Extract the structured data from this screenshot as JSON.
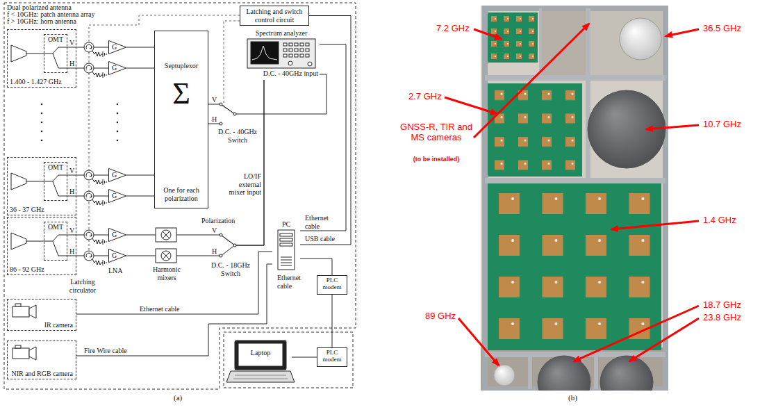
{
  "diagram": {
    "nodes": [
      {
        "text": [
          "1.400 - 1.427 GHz"
        ]
      },
      {
        "text": [
          "OMT"
        ],
        "in": 0
      },
      {
        "text": [
          "36 - 37 GHz"
        ]
      },
      {
        "text": [
          "OMT"
        ],
        "in": 2
      },
      {
        "text": [
          "86 - 92 GHz"
        ]
      },
      {
        "text": [
          "OMT"
        ],
        "in": 4
      },
      {
        "text": [
          "G"
        ]
      },
      {
        "text": [
          "G"
        ]
      },
      {
        "text": [
          "G"
        ]
      },
      {
        "text": [
          "G"
        ]
      },
      {
        "text": [
          "G"
        ]
      },
      {
        "text": [
          "G"
        ]
      },
      {
        "text": [
          "Septuplexor",
          "Σ",
          "One for each polarization"
        ]
      },
      {
        "text": [
          "Spectrum analyzer",
          "D.C. - 40GHz input"
        ]
      },
      {
        "text": [
          "Latching and switch control circuit"
        ]
      },
      {
        "text": [
          "PC"
        ]
      },
      {
        "text": [
          "PLC modem"
        ]
      },
      {
        "text": [
          "Laptop"
        ]
      },
      {
        "text": [
          "PLC modem"
        ]
      },
      {
        "text": [
          "IR camera"
        ]
      },
      {
        "text": [
          "NIR and RGB camera"
        ]
      }
    ],
    "edges": [
      {
        "from": 1,
        "to": 6,
        "arrow": "none"
      },
      {
        "from": 1,
        "to": 7,
        "arrow": "none"
      },
      {
        "from": 3,
        "to": 8,
        "arrow": "none"
      },
      {
        "from": 3,
        "to": 9,
        "arrow": "none"
      },
      {
        "from": 5,
        "to": 10,
        "arrow": "none"
      },
      {
        "from": 5,
        "to": 11,
        "arrow": "none"
      },
      {
        "from": 6,
        "to": 12,
        "arrow": "none"
      },
      {
        "from": 7,
        "to": 12,
        "arrow": "none"
      },
      {
        "from": 8,
        "to": 12,
        "arrow": "none"
      },
      {
        "from": 9,
        "to": 12,
        "arrow": "none"
      },
      {
        "from": 12,
        "to": 13,
        "arrow": "none"
      },
      {
        "from": 10,
        "to": 13,
        "arrow": "none"
      },
      {
        "from": 11,
        "to": 13,
        "arrow": "none"
      },
      {
        "from": 13,
        "to": 15,
        "label": "Ethernet cable",
        "arrow": "none"
      },
      {
        "from": 15,
        "to": 14,
        "label": "USB cable",
        "arrow": "none"
      },
      {
        "from": 15,
        "to": 16,
        "label": "Ethernet cable",
        "arrow": "none"
      },
      {
        "from": 16,
        "to": 18,
        "arrow": "none"
      },
      {
        "from": 18,
        "to": 17,
        "arrow": "none"
      },
      {
        "from": 19,
        "to": 15,
        "label": "Ethernet cable",
        "arrow": "none"
      },
      {
        "from": 20,
        "to": 15,
        "label": "Fire Wire cable",
        "arrow": "none"
      }
    ],
    "labels": [
      "Dual polarized antenna",
      "f < 10GHz: patch antenna array",
      "f > 10GHz: horn antenna",
      "V",
      "H",
      "V",
      "H",
      "V",
      "H",
      "V",
      "H",
      "D.C. - 40GHz Switch",
      "LO/IF external mixer input",
      "Polarization",
      "V",
      "H",
      "D.C. - 18GHz Switch",
      "Harmonic mixers",
      "Latching circulator",
      "LNA",
      "(a)",
      "7.2 GHz",
      "36.5 GHz",
      "2.7 GHz",
      "10.7 GHz",
      "GNSS-R, TIR and MS cameras",
      "(to be installed)",
      "1.4 GHz",
      "89 GHz",
      "18.7 GHz",
      "23.8 GHz",
      "(b)"
    ]
  }
}
